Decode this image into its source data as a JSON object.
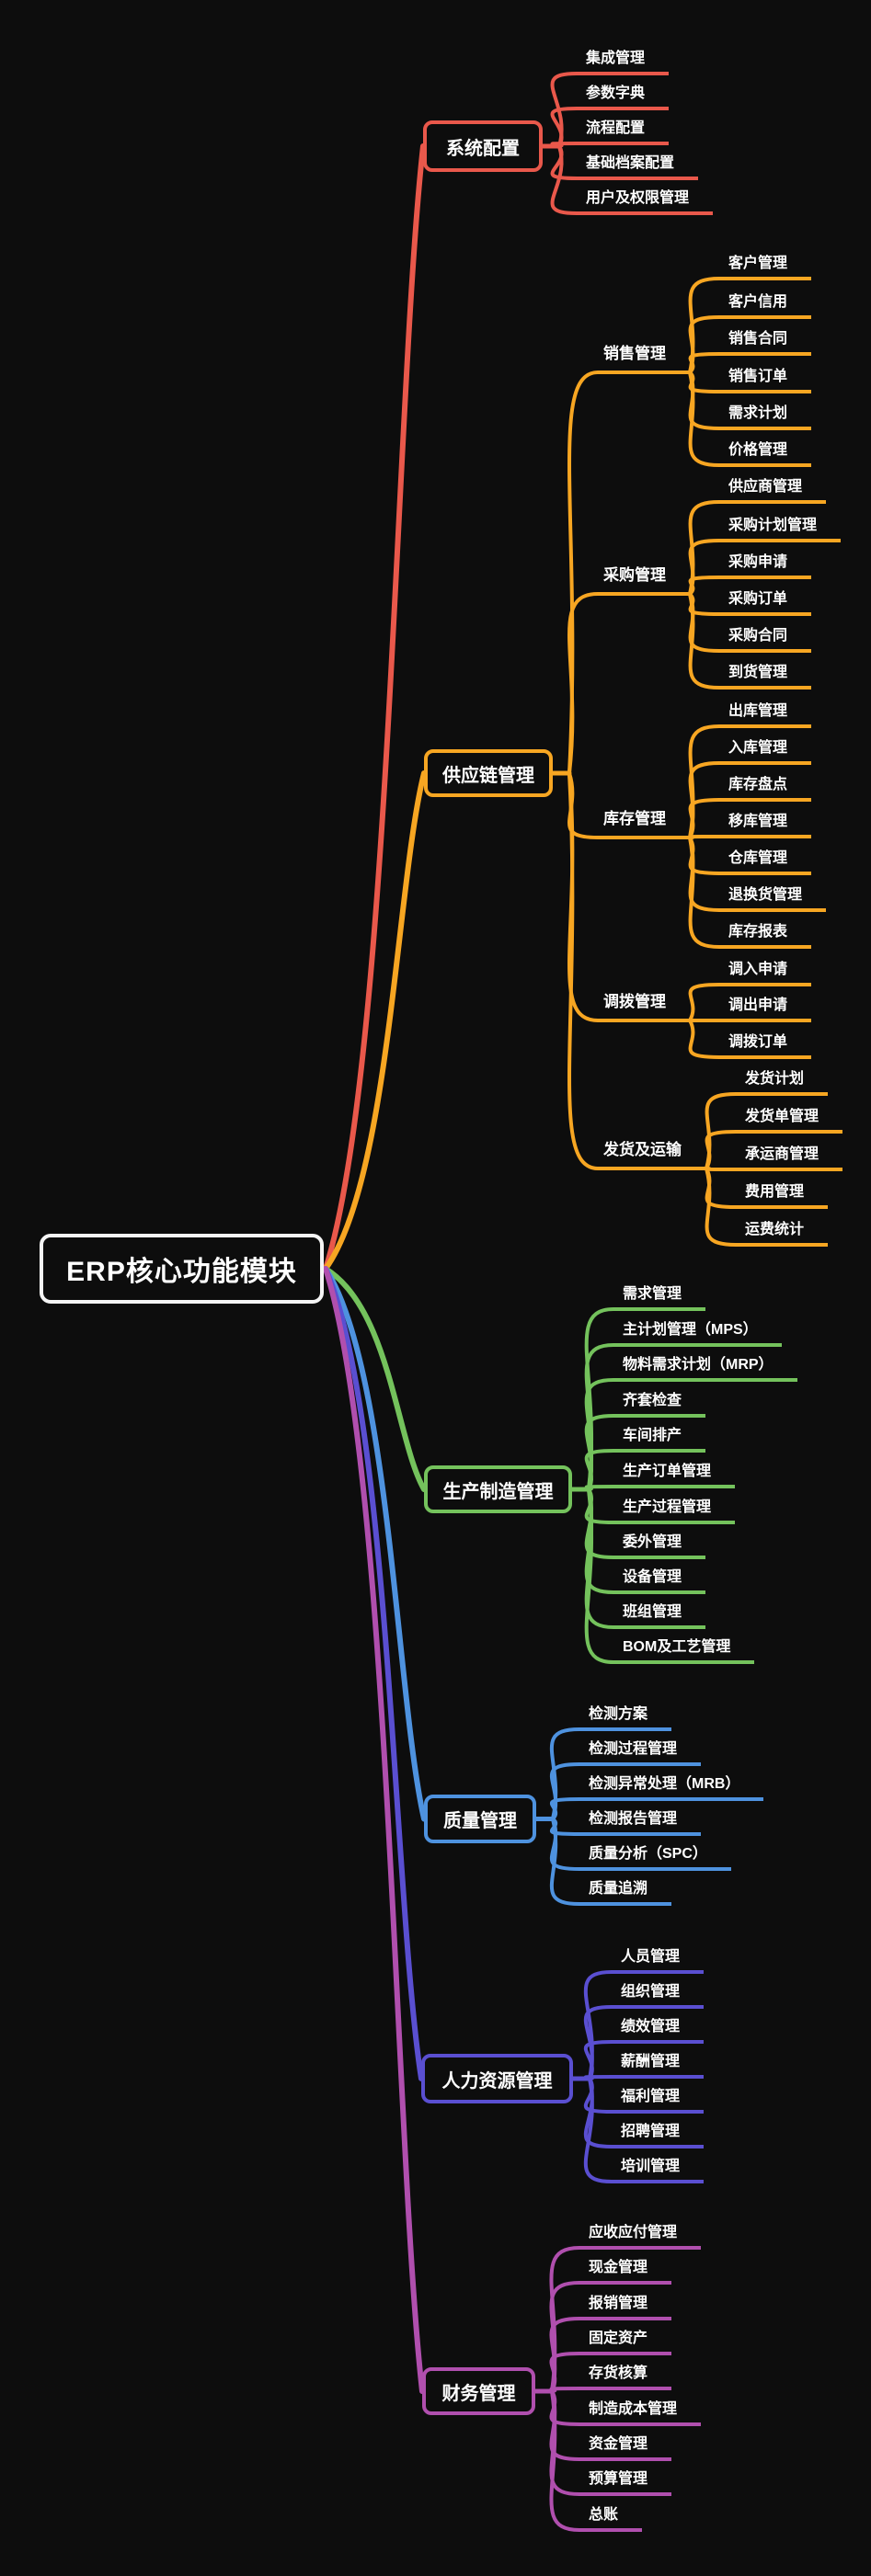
{
  "root": {
    "label": "ERP核心功能模块"
  },
  "colors": {
    "background": "#0d0d0d",
    "root_border": "#f5f5f5",
    "system_config": "#e9584b",
    "supply_chain": "#f7a622",
    "production": "#74c25c",
    "quality": "#4e92df",
    "hr": "#5a4fd1",
    "finance": "#b04fae"
  },
  "branches": [
    {
      "label": "系统配置",
      "children": [
        {
          "label": "集成管理"
        },
        {
          "label": "参数字典"
        },
        {
          "label": "流程配置"
        },
        {
          "label": "基础档案配置"
        },
        {
          "label": "用户及权限管理"
        }
      ]
    },
    {
      "label": "供应链管理",
      "children": [
        {
          "label": "销售管理",
          "children": [
            {
              "label": "客户管理"
            },
            {
              "label": "客户信用"
            },
            {
              "label": "销售合同"
            },
            {
              "label": "销售订单"
            },
            {
              "label": "需求计划"
            },
            {
              "label": "价格管理"
            }
          ]
        },
        {
          "label": "采购管理",
          "children": [
            {
              "label": "供应商管理"
            },
            {
              "label": "采购计划管理"
            },
            {
              "label": "采购申请"
            },
            {
              "label": "采购订单"
            },
            {
              "label": "采购合同"
            },
            {
              "label": "到货管理"
            }
          ]
        },
        {
          "label": "库存管理",
          "children": [
            {
              "label": "出库管理"
            },
            {
              "label": "入库管理"
            },
            {
              "label": "库存盘点"
            },
            {
              "label": "移库管理"
            },
            {
              "label": "仓库管理"
            },
            {
              "label": "退换货管理"
            },
            {
              "label": "库存报表"
            }
          ]
        },
        {
          "label": "调拨管理",
          "children": [
            {
              "label": "调入申请"
            },
            {
              "label": "调出申请"
            },
            {
              "label": "调拨订单"
            }
          ]
        },
        {
          "label": "发货及运输",
          "children": [
            {
              "label": "发货计划"
            },
            {
              "label": "发货单管理"
            },
            {
              "label": "承运商管理"
            },
            {
              "label": "费用管理"
            },
            {
              "label": "运费统计"
            }
          ]
        }
      ]
    },
    {
      "label": "生产制造管理",
      "children": [
        {
          "label": "需求管理"
        },
        {
          "label": "主计划管理（MPS）"
        },
        {
          "label": "物料需求计划（MRP）"
        },
        {
          "label": "齐套检查"
        },
        {
          "label": "车间排产"
        },
        {
          "label": "生产订单管理"
        },
        {
          "label": "生产过程管理"
        },
        {
          "label": "委外管理"
        },
        {
          "label": "设备管理"
        },
        {
          "label": "班组管理"
        },
        {
          "label": "BOM及工艺管理"
        }
      ]
    },
    {
      "label": "质量管理",
      "children": [
        {
          "label": "检测方案"
        },
        {
          "label": "检测过程管理"
        },
        {
          "label": "检测异常处理（MRB）"
        },
        {
          "label": "检测报告管理"
        },
        {
          "label": "质量分析（SPC）"
        },
        {
          "label": "质量追溯"
        }
      ]
    },
    {
      "label": "人力资源管理",
      "children": [
        {
          "label": "人员管理"
        },
        {
          "label": "组织管理"
        },
        {
          "label": "绩效管理"
        },
        {
          "label": "薪酬管理"
        },
        {
          "label": "福利管理"
        },
        {
          "label": "招聘管理"
        },
        {
          "label": "培训管理"
        }
      ]
    },
    {
      "label": "财务管理",
      "children": [
        {
          "label": "应收应付管理"
        },
        {
          "label": "现金管理"
        },
        {
          "label": "报销管理"
        },
        {
          "label": "固定资产"
        },
        {
          "label": "存货核算"
        },
        {
          "label": "制造成本管理"
        },
        {
          "label": "资金管理"
        },
        {
          "label": "预算管理"
        },
        {
          "label": "总账"
        }
      ]
    }
  ]
}
